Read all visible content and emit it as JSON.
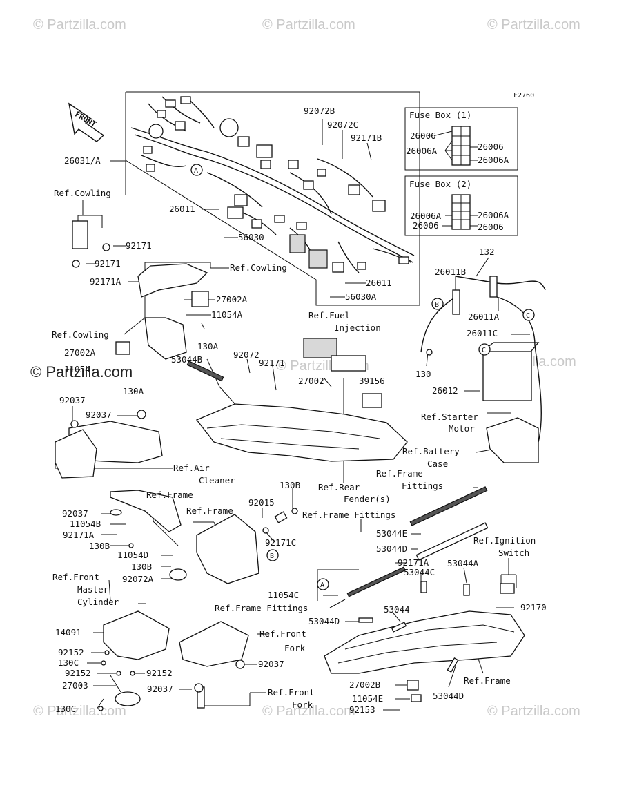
{
  "watermarks": {
    "site": "© Partzilla.com",
    "left_big": "© Partzilla.com"
  },
  "figure_code": "F2760",
  "front_arrow": "FRONT",
  "fuse_box_1": {
    "title": "Fuse Box (1)",
    "left": [
      "26006",
      "26006A"
    ],
    "right": [
      "26006",
      "26006A"
    ]
  },
  "fuse_box_2": {
    "title": "Fuse Box (2)",
    "left": [
      "26006A",
      "26006"
    ],
    "right": [
      "26006A",
      "26006"
    ]
  },
  "circle_refs": {
    "a": "A",
    "b": "B",
    "c": "C"
  },
  "labels": {
    "p92072b": "92072B",
    "p92072c": "92072C",
    "p92171b": "92171B",
    "p26031a": "26031/A",
    "ref_cowling_1": "Ref.Cowling",
    "p26011_top": "26011",
    "p56030": "56030",
    "p92171_a": "92171",
    "p92171_b": "92171",
    "p92171a_top": "92171A",
    "ref_cowling_2": "Ref.Cowling",
    "p26011_mid": "26011",
    "p56030a": "56030A",
    "p27002a": "27002A",
    "p11054a": "11054A",
    "p130a_1": "130A",
    "ref_cowling_3": "Ref.Cowling",
    "p27002_left": "27002A",
    "p11054_left": "11054",
    "p130a_2": "130A",
    "ref_fuel_1": "Ref.Fuel",
    "ref_fuel_2": "Injection",
    "p92072": "92072",
    "p92171_c": "92171",
    "p53044b": "53044B",
    "p27002": "27002",
    "p39156": "39156",
    "p132": "132",
    "p26011b": "26011B",
    "p26011a": "26011A",
    "p26011c": "26011C",
    "p130": "130",
    "p26012": "26012",
    "ref_starter_1": "Ref.Starter",
    "ref_starter_2": "Motor",
    "ref_battery_1": "Ref.Battery",
    "ref_battery_2": "Case",
    "p92037_1": "92037",
    "p92037_2": "92037",
    "ref_air_1": "Ref.Air",
    "ref_air_2": "Cleaner",
    "ref_rear_1": "Ref.Rear",
    "ref_rear_2": "Fender(s)",
    "ref_frame_fit_1a": "Ref.Frame",
    "ref_frame_fit_1b": "Fittings",
    "p130b_1": "130B",
    "p92015": "92015",
    "ref_frame_1": "Ref.Frame",
    "ref_frame_2": "Ref.Frame",
    "ref_frame_fit_2": "Ref.Frame Fittings",
    "p92037_3": "92037",
    "p11054b": "11054B",
    "p92171a_left": "92171A",
    "p130b_2": "130B",
    "p92171c": "92171C",
    "p53044e": "53044E",
    "p53044d_1": "53044D",
    "ref_ign_1": "Ref.Ignition",
    "ref_ign_2": "Switch",
    "p11054d": "11054D",
    "p130b_3": "130B",
    "p92072a": "92072A",
    "p92171a_mid": "92171A",
    "p53044c": "53044C",
    "p53044a": "53044A",
    "ref_master_1": "Ref.Front",
    "ref_master_2": "Master",
    "ref_master_3": "Cylinder",
    "p11054c": "11054C",
    "ref_frame_fit_3": "Ref.Frame Fittings",
    "p53044": "53044",
    "p92170": "92170",
    "p14091": "14091",
    "p53044d_2": "53044D",
    "ref_front_fork_1a": "Ref.Front",
    "ref_front_fork_1b": "Fork",
    "p92152_1": "92152",
    "p130c_1": "130C",
    "p92152_2": "92152",
    "p92152_3": "92152",
    "p92037_4": "92037",
    "p27003": "27003",
    "p92037_5": "92037",
    "ref_front_fork_2a": "Ref.Front",
    "ref_front_fork_2b": "Fork",
    "p130c_2": "130C",
    "ref_frame_3": "Ref.Frame",
    "p27002b": "27002B",
    "p53044d_3": "53044D",
    "p11054e": "11054E",
    "p92153": "92153"
  }
}
